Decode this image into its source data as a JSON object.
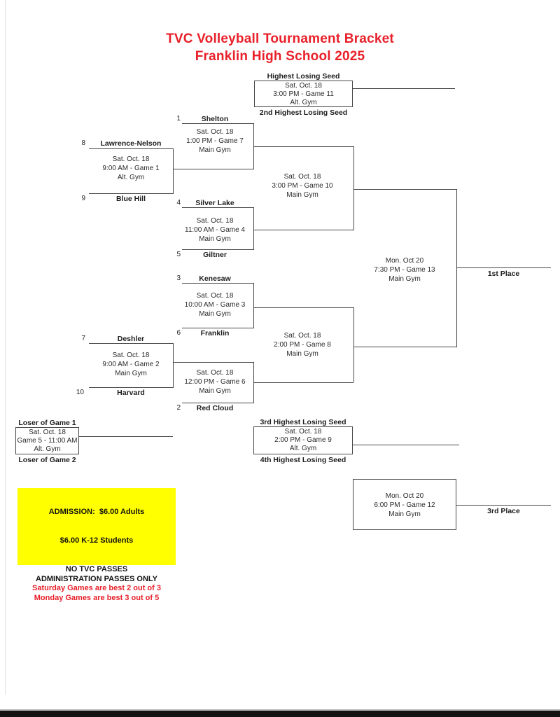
{
  "document": {
    "title_line1": "TVC Volleyball Tournament Bracket",
    "title_line2": "Franklin High School 2025"
  },
  "colors": {
    "title_red": "#e8202a",
    "highlight_yellow": "#ffff00",
    "bracket_line_gray": "#474747"
  },
  "teams": [
    {
      "seed": "1",
      "name": "Shelton"
    },
    {
      "seed": "8",
      "name": "Lawrence-Nelson"
    },
    {
      "seed": "9",
      "name": "Blue Hill"
    },
    {
      "seed": "4",
      "name": "Silver Lake"
    },
    {
      "seed": "5",
      "name": "Giltner"
    },
    {
      "seed": "3",
      "name": "Kenesaw"
    },
    {
      "seed": "6",
      "name": "Franklin"
    },
    {
      "seed": "7",
      "name": "Deshler"
    },
    {
      "seed": "10",
      "name": "Harvard"
    },
    {
      "seed": "2",
      "name": "Red Cloud"
    }
  ],
  "games": {
    "game1": [
      "Sat. Oct. 18",
      "9:00 AM - Game 1",
      "Alt. Gym"
    ],
    "game2": [
      "Sat. Oct. 18",
      "9:00 AM - Game 2",
      "Main Gym"
    ],
    "game3": [
      "Sat. Oct. 18",
      "10:00 AM - Game 3",
      "Main Gym"
    ],
    "game4": [
      "Sat. Oct. 18",
      "11:00 AM - Game 4",
      "Main Gym"
    ],
    "game5": [
      "Sat. Oct. 18",
      "Game 5 - 11:00 AM",
      "Alt. Gym"
    ],
    "game6": [
      "Sat. Oct. 18",
      "12:00 PM - Game 6",
      "Main Gym"
    ],
    "game7": [
      "Sat. Oct. 18",
      "1:00 PM - Game 7",
      "Main Gym"
    ],
    "game8": [
      "Sat. Oct. 18",
      "2:00 PM - Game 8",
      "Main Gym"
    ],
    "game9": [
      "Sat. Oct. 18",
      "2:00 PM - Game 9",
      "Alt. Gym"
    ],
    "game10": [
      "Sat. Oct. 18",
      "3:00 PM - Game 10",
      "Main Gym"
    ],
    "game11": [
      "Sat. Oct. 18",
      "3:00 PM - Game 11",
      "Alt. Gym"
    ],
    "game12": [
      "Mon. Oct 20",
      "6:00 PM - Game 12",
      "Main Gym"
    ],
    "game13": [
      "Mon. Oct 20",
      "7:30 PM - Game 13",
      "Main Gym"
    ]
  },
  "labels": {
    "highest_losing_seed": "Highest Losing Seed",
    "second_highest_losing_seed": "2nd Highest Losing Seed",
    "third_highest_losing_seed": "3rd Highest Losing Seed",
    "fourth_highest_losing_seed": "4th Highest Losing Seed",
    "loser_of_game_1": "Loser of Game 1",
    "loser_of_game_2": "Loser of Game 2",
    "first_place": "1st Place",
    "third_place": "3rd Place"
  },
  "admission": {
    "adults": "ADMISSION:  $6.00 Adults",
    "students": "$6.00 K-12 Students",
    "no_passes": "NO TVC PASSES",
    "admin_passes": "ADMINISTRATION PASSES ONLY",
    "saturday_rule": "Saturday Games are best 2 out of 3",
    "monday_rule": "Monday Games are best 3 out of 5"
  }
}
